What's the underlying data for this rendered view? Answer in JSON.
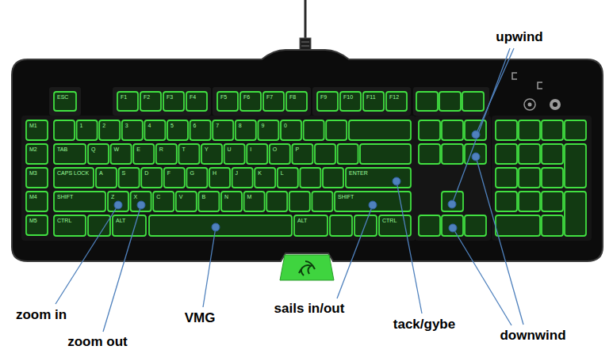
{
  "diagram": {
    "labels": [
      "upwind",
      "zoom in",
      "zoom out",
      "VMG",
      "sails in/out",
      "tack/gybe",
      "downwind",
      "ESC",
      "F1",
      "F2",
      "F3",
      "F4",
      "F5",
      "F6",
      "F7",
      "F8",
      "F9",
      "F10",
      "F11",
      "F12",
      "M1",
      "M2",
      "M3",
      "M4",
      "M5",
      "1",
      "2",
      "3",
      "4",
      "5",
      "6",
      "7",
      "8",
      "9",
      "0",
      "TAB",
      "Q",
      "W",
      "E",
      "R",
      "T",
      "Y",
      "U",
      "I",
      "O",
      "P",
      "CAPS LOCK",
      "A",
      "S",
      "D",
      "F",
      "G",
      "H",
      "J",
      "K",
      "L",
      "ENTER",
      "SHIFT",
      "Z",
      "X",
      "C",
      "V",
      "B",
      "N",
      "M",
      "SHIFT",
      "CTRL",
      "ALT",
      "ALT",
      "CTRL"
    ]
  }
}
